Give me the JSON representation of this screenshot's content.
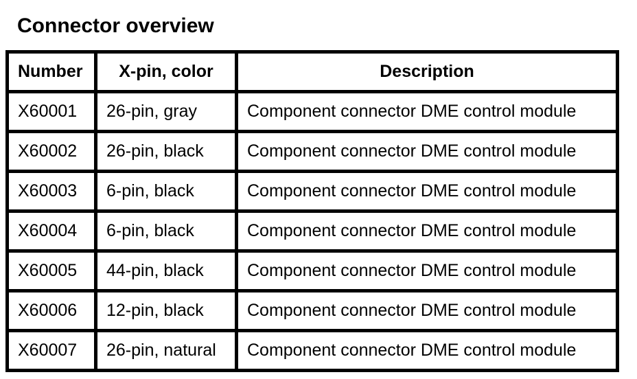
{
  "title": "Connector overview",
  "table": {
    "columns": [
      "Number",
      "X-pin, color",
      "Description"
    ],
    "rows": [
      [
        "X60001",
        "26-pin, gray",
        "Component connector DME control module"
      ],
      [
        "X60002",
        "26-pin, black",
        "Component connector DME control module"
      ],
      [
        "X60003",
        "6-pin, black",
        "Component connector DME control module"
      ],
      [
        "X60004",
        "6-pin, black",
        "Component connector DME control module"
      ],
      [
        "X60005",
        "44-pin, black",
        "Component connector DME control module"
      ],
      [
        "X60006",
        "12-pin, black",
        "Component connector DME control module"
      ],
      [
        "X60007",
        "26-pin, natural",
        "Component connector DME control module"
      ]
    ]
  },
  "colors": {
    "background": "#ffffff",
    "border": "#000000",
    "text": "#000000"
  }
}
